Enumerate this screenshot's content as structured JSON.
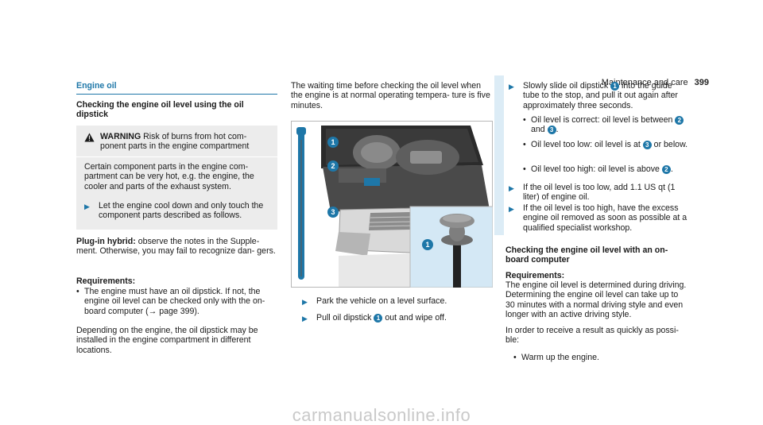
{
  "header": {
    "section": "Maintenance and care",
    "page_number": "399"
  },
  "col1": {
    "section_title": "Engine oil",
    "heading": "Checking the engine oil level using the oil dipstick",
    "warning_label": "WARNING",
    "warning_text": " Risk of burns from hot com- ponent parts in the engine compartment",
    "warning_body": "Certain component parts in the engine com- partment can be very hot, e.g. the engine, the cooler and parts of the exhaust system.",
    "warning_step": "Let the engine cool down and only touch the component parts described as follows.",
    "plugin_label": "Plug-in hybrid:",
    "plugin_text": " observe the notes in the Supple- ment. Otherwise, you may fail to recognize dan- gers.",
    "requirements_label": "Requirements:",
    "req_bullet_1": "The engine must have an oil dipstick. If not, the engine oil level can be checked only with the on-board computer (→ page 399).",
    "depending_text": "Depending on the engine, the oil dipstick may be installed in the engine compartment in different locations."
  },
  "col2": {
    "intro": "The waiting time before checking the oil level when the engine is at normal operating tempera- ture is five minutes.",
    "step_1": "Park the vehicle on a level surface.",
    "step_2_a": "Pull oil dipstick ",
    "step_2_num": "1",
    "step_2_b": " out and wipe off.",
    "callouts": [
      "1",
      "2",
      "3",
      "1"
    ]
  },
  "col3": {
    "step_1_a": "Slowly slide oil dipstick ",
    "step_1_num": "1",
    "step_1_b": " into the guide tube to the stop, and pull it out again after approximately three seconds.",
    "bullet_1_a": "Oil level is correct: oil level is between ",
    "bullet_1_num_a": "2",
    "bullet_1_mid": " and ",
    "bullet_1_num_b": "3",
    "bullet_1_b": ".",
    "bullet_2_a": "Oil level too low: oil level is at ",
    "bullet_2_num": "3",
    "bullet_2_b": " or below.",
    "bullet_3_a": "Oil level too high: oil level is above ",
    "bullet_3_num": "2",
    "bullet_3_b": ".",
    "step_2": "If the oil level is too low, add 1.1 US qt (1 liter) of engine oil.",
    "step_3": "If the oil level is too high, have the excess engine oil removed as soon as possible at a qualified specialist workshop.",
    "heading_2": "Checking the engine oil level with an on- board computer",
    "requirements_label": "Requirements:",
    "requirements_text": "The engine oil level is determined during driving. Determining the engine oil level can take up to 30 minutes with a normal driving style and even longer with an active driving style.",
    "order_text": "In order to receive a result as quickly as possi- ble:",
    "bullet_4": "Warm up the engine."
  },
  "watermark": "carmanualsonline.info"
}
